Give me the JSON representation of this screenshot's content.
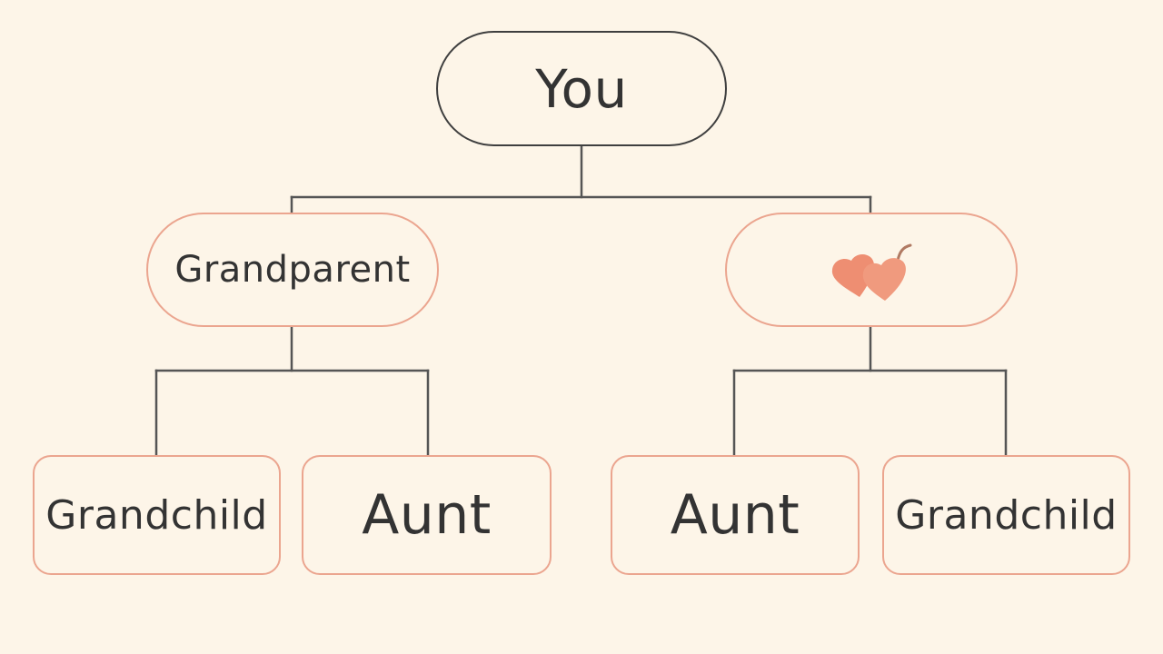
{
  "colors": {
    "background": "#fdf5e8",
    "connector": "#555555",
    "root_border": "#3f3f3f",
    "node_border": "#eba58f",
    "text": "#333333",
    "heart": "#ee8e72",
    "stem": "#b07a63"
  },
  "tree": {
    "root": {
      "label": "You"
    },
    "level1": [
      {
        "label": "Grandparent"
      },
      {
        "label": "",
        "icon": "two-hearts-icon"
      }
    ],
    "leaves": [
      {
        "label": "Grandchild"
      },
      {
        "label": "Aunt"
      },
      {
        "label": "Aunt"
      },
      {
        "label": "Grandchild"
      }
    ]
  }
}
